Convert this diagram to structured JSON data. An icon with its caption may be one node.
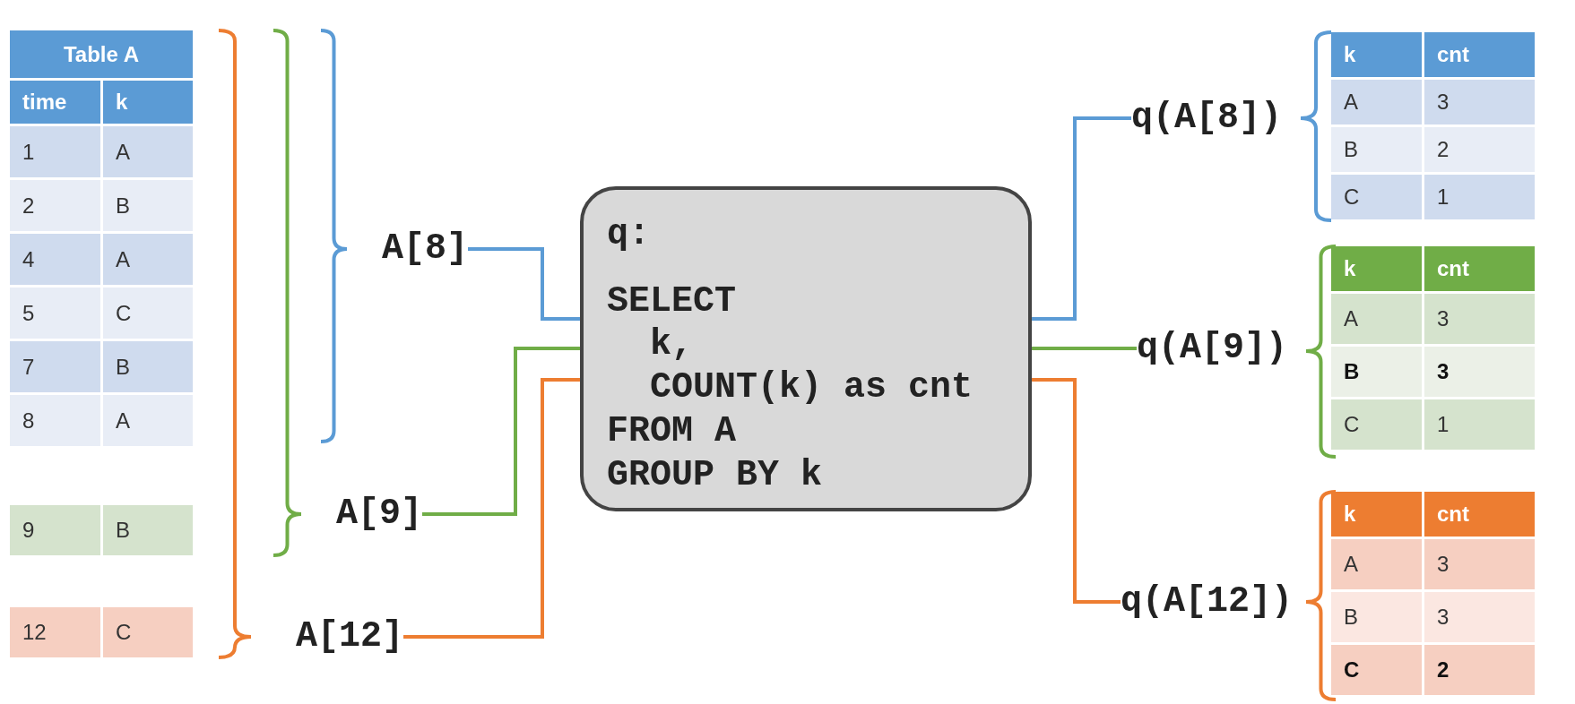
{
  "diagram": {
    "nodes": [
      {
        "text": [
          "Table A",
          "time",
          "k",
          "1",
          "A",
          "2",
          "B",
          "4",
          "A",
          "5",
          "C",
          "7",
          "B",
          "8",
          "A"
        ]
      },
      {
        "text": [
          "9",
          "B"
        ]
      },
      {
        "text": [
          "12",
          "C"
        ]
      },
      {
        "text": [
          "A[8]"
        ]
      },
      {
        "text": [
          "A[9]"
        ]
      },
      {
        "text": [
          "A[12]"
        ]
      },
      {
        "text": [
          "q:",
          "SELECT",
          "k,",
          "COUNT(k) as cnt",
          "FROM A",
          "GROUP BY k"
        ]
      },
      {
        "text": [
          "q(A[8])"
        ]
      },
      {
        "text": [
          "q(A[9])"
        ]
      },
      {
        "text": [
          "q(A[12])"
        ]
      },
      {
        "text": [
          "k",
          "cnt",
          "A",
          "3",
          "B",
          "2",
          "C",
          "1"
        ]
      },
      {
        "text": [
          "k",
          "cnt",
          "A",
          "3",
          "B",
          "3",
          "C",
          "1"
        ]
      },
      {
        "text": [
          "k",
          "cnt",
          "A",
          "3",
          "B",
          "3",
          "C",
          "2"
        ]
      }
    ],
    "edges": [
      {
        "from": 3,
        "to": 6,
        "arrow": "none",
        "color": "#5b9bd5"
      },
      {
        "from": 4,
        "to": 6,
        "arrow": "none",
        "color": "#70ad47"
      },
      {
        "from": 5,
        "to": 6,
        "arrow": "none",
        "color": "#ed7d31"
      },
      {
        "from": 6,
        "to": 7,
        "arrow": "none",
        "color": "#5b9bd5"
      },
      {
        "from": 6,
        "to": 8,
        "arrow": "none",
        "color": "#70ad47"
      },
      {
        "from": 6,
        "to": 9,
        "arrow": "none",
        "color": "#ed7d31"
      }
    ]
  }
}
